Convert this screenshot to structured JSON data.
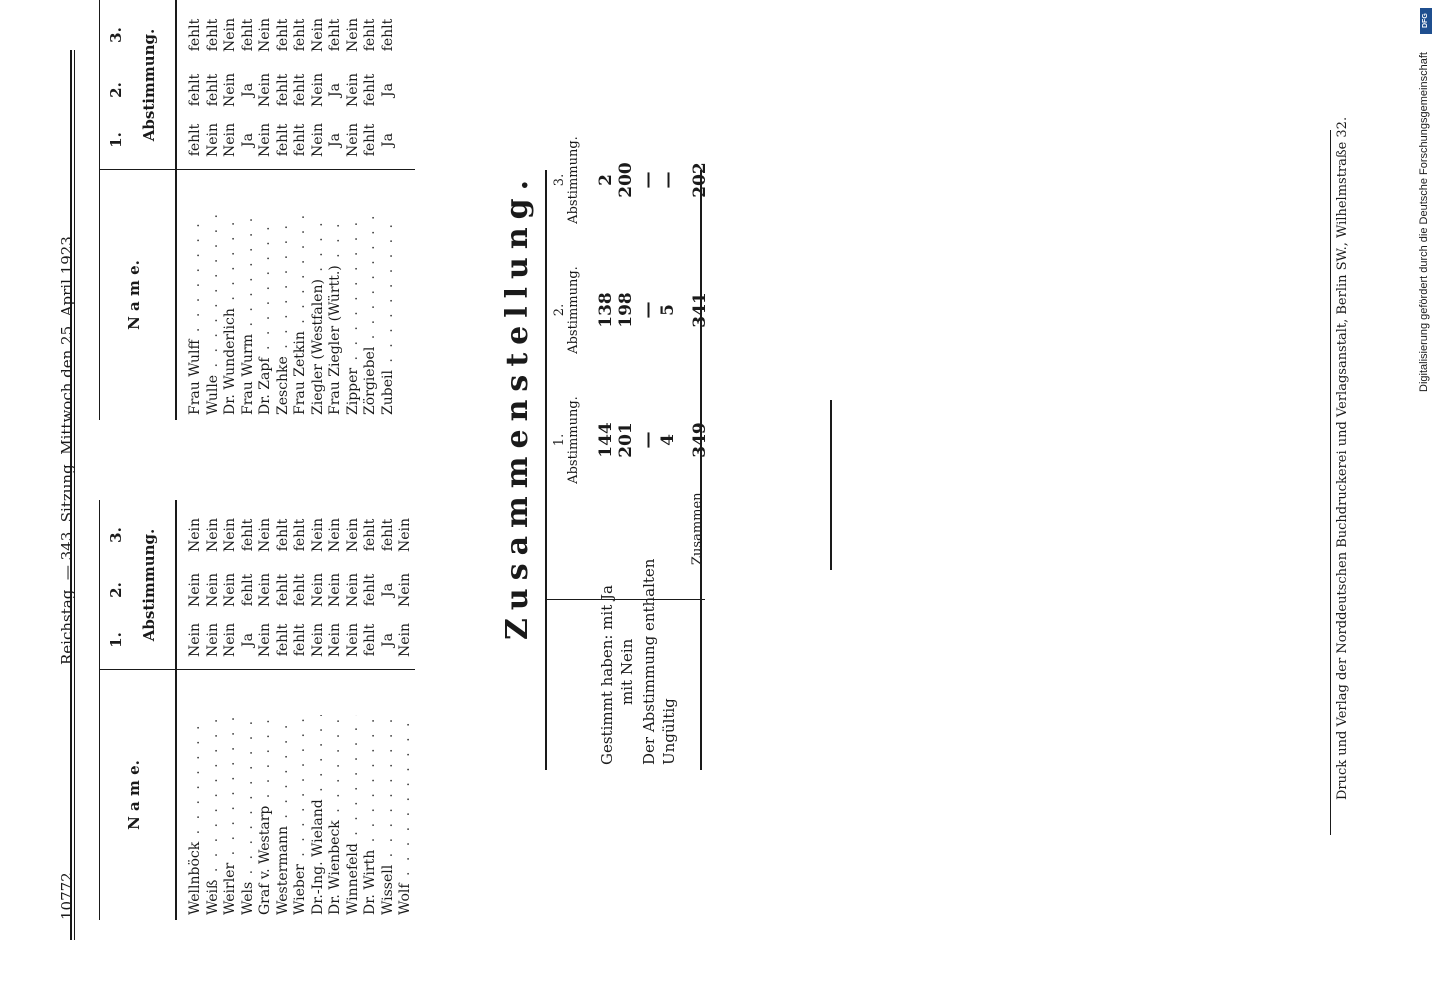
{
  "header": {
    "page_number": "10772",
    "running_title": "Reichstag. — 343. Sitzung. Mittwoch den 25. April 1923."
  },
  "columns": {
    "name_header": "N a m e.",
    "vote_header": "Abstimmung.",
    "vote_numbers": [
      "1.",
      "2.",
      "3."
    ]
  },
  "table_left": [
    {
      "name": "Wellnböck",
      "v": [
        "Nein",
        "Nein",
        "Nein"
      ]
    },
    {
      "name": "Weiß",
      "v": [
        "Nein",
        "Nein",
        "Nein"
      ]
    },
    {
      "name": "Weirler",
      "v": [
        "Nein",
        "Nein",
        "Nein"
      ]
    },
    {
      "name": "Wels",
      "v": [
        "Ja",
        "fehlt",
        "fehlt"
      ]
    },
    {
      "name": "Graf v. Westarp",
      "v": [
        "Nein",
        "Nein",
        "Nein"
      ]
    },
    {
      "name": "Westermann",
      "v": [
        "fehlt",
        "fehlt",
        "fehlt"
      ]
    },
    {
      "name": "Wieber",
      "v": [
        "fehlt",
        "fehlt",
        "fehlt"
      ]
    },
    {
      "name": "Dr.-Ing. Wieland",
      "v": [
        "Nein",
        "Nein",
        "Nein"
      ]
    },
    {
      "name": "Dr. Wienbeck",
      "v": [
        "Nein",
        "Nein",
        "Nein"
      ]
    },
    {
      "name": "Winnefeld",
      "v": [
        "Nein",
        "Nein",
        "Nein"
      ]
    },
    {
      "name": "Dr. Wirth",
      "v": [
        "fehlt",
        "fehlt",
        "fehlt"
      ]
    },
    {
      "name": "Wissell",
      "v": [
        "Ja",
        "Ja",
        "fehlt"
      ]
    },
    {
      "name": "Wolf",
      "v": [
        "Nein",
        "Nein",
        "Nein"
      ]
    }
  ],
  "table_right": [
    {
      "name": "Frau Wulff",
      "v": [
        "fehlt",
        "fehlt",
        "fehlt"
      ]
    },
    {
      "name": "Wulle",
      "v": [
        "Nein",
        "fehlt",
        "fehlt"
      ]
    },
    {
      "name": "Dr. Wunderlich",
      "v": [
        "Nein",
        "Nein",
        "Nein"
      ]
    },
    {
      "name": "Frau Wurm",
      "v": [
        "Ja",
        "Ja",
        "fehlt"
      ]
    },
    {
      "name": "Dr. Zapf",
      "v": [
        "Nein",
        "Nein",
        "Nein"
      ]
    },
    {
      "name": "Zeschke",
      "v": [
        "fehlt",
        "fehlt",
        "fehlt"
      ]
    },
    {
      "name": "Frau Zetkin",
      "v": [
        "fehlt",
        "fehlt",
        "fehlt"
      ]
    },
    {
      "name": "Ziegler (Westfalen)",
      "v": [
        "Nein",
        "Nein",
        "Nein"
      ]
    },
    {
      "name": "Frau Ziegler (Württ.)",
      "v": [
        "Ja",
        "Ja",
        "fehlt"
      ]
    },
    {
      "name": "Zipper",
      "v": [
        "Nein",
        "Nein",
        "Nein"
      ]
    },
    {
      "name": "Zörgiebel",
      "v": [
        "fehlt",
        "fehlt",
        "fehlt"
      ]
    },
    {
      "name": "Zubeil",
      "v": [
        "Ja",
        "Ja",
        "fehlt"
      ]
    }
  ],
  "summary": {
    "title": "Zusammenstellung.",
    "col_headers": [
      {
        "num": "1.",
        "label": "Abstimmung."
      },
      {
        "num": "2.",
        "label": "Abstimmung."
      },
      {
        "num": "3.",
        "label": "Abstimmung."
      }
    ],
    "rows": [
      {
        "label": "Gestimmt haben: mit Ja",
        "v": [
          "144",
          "138",
          "2"
        ]
      },
      {
        "label": "mit Nein",
        "v": [
          "201",
          "198",
          "200"
        ]
      },
      {
        "label": "Der Abstimmung enthalten",
        "v": [
          "—",
          "—",
          "—"
        ]
      },
      {
        "label": "Ungültig",
        "v": [
          "4",
          "5",
          "—"
        ]
      }
    ],
    "total_label": "Zusammen",
    "totals": [
      "349",
      "341",
      "202"
    ]
  },
  "footer": {
    "imprint": "Druck und Verlag der Norddeutschen Buchdruckerei und Verlagsanstalt, Berlin SW., Wilhelmstraße 32."
  },
  "sidebar": {
    "digitization_note": "Digitalisierung gefördert durch die Deutsche Forschungsgemeinschaft",
    "logo_text": "DFG"
  }
}
